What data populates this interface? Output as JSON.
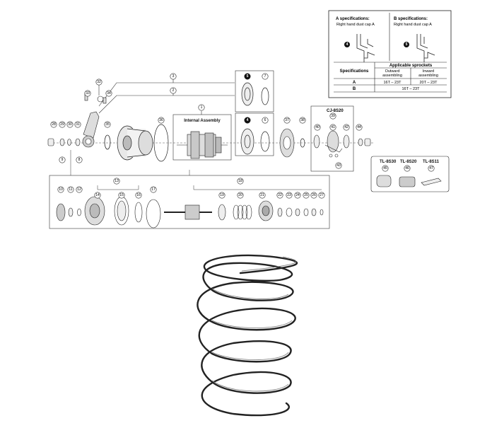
{
  "spec_box": {
    "a_title": "A specifications:",
    "a_sub": "Right hand dust cap A",
    "a_part": "4",
    "b_title": "B specifications:",
    "b_sub": "Right hand dust cap A",
    "b_part": "5",
    "table": {
      "header_applicable": "Applicable sprockets",
      "header_specifications": "Specifications",
      "col_outward": "Outward",
      "col_outward_2": "assembling",
      "col_inward": "Inward",
      "col_inward_2": "assembling",
      "row_a_label": "A",
      "row_a_outward": "16T – 23T",
      "row_a_inward": "20T – 23T",
      "row_b_label": "B",
      "row_b_value": "16T – 23T"
    }
  },
  "diagram": {
    "internal_assembly_label": "Internal Assembly",
    "cj_label": "CJ-8S20",
    "tools": {
      "tl1": "TL-8S30",
      "tl2": "TL-8S20",
      "tl3": "TL-8S11",
      "tl1_num": "45",
      "tl2_num": "46",
      "tl3_num": "47"
    },
    "callouts": {
      "n1": "1",
      "n2": "2",
      "n3": "3",
      "n4": "4",
      "n5": "5",
      "n6": "6",
      "n7": "7",
      "n8": "8",
      "n9": "9",
      "n10": "10",
      "n11": "11",
      "n12": "12",
      "n13": "13",
      "n14": "14",
      "n15": "15",
      "n16": "16",
      "n17": "17",
      "n18": "18",
      "n19": "19",
      "n20": "20",
      "n21": "21",
      "n22": "22",
      "n23": "23",
      "n24": "24",
      "n25": "25",
      "n26": "26",
      "n27": "27",
      "n28": "28",
      "n29": "29",
      "n30": "30",
      "n31": "31",
      "n32": "32",
      "n33": "33",
      "n34": "34",
      "n35": "35",
      "n36": "36",
      "n37": "37",
      "n38": "38",
      "n39": "39",
      "n40": "40",
      "n41": "41",
      "n42": "42",
      "n43": "43",
      "n44": "44"
    }
  }
}
